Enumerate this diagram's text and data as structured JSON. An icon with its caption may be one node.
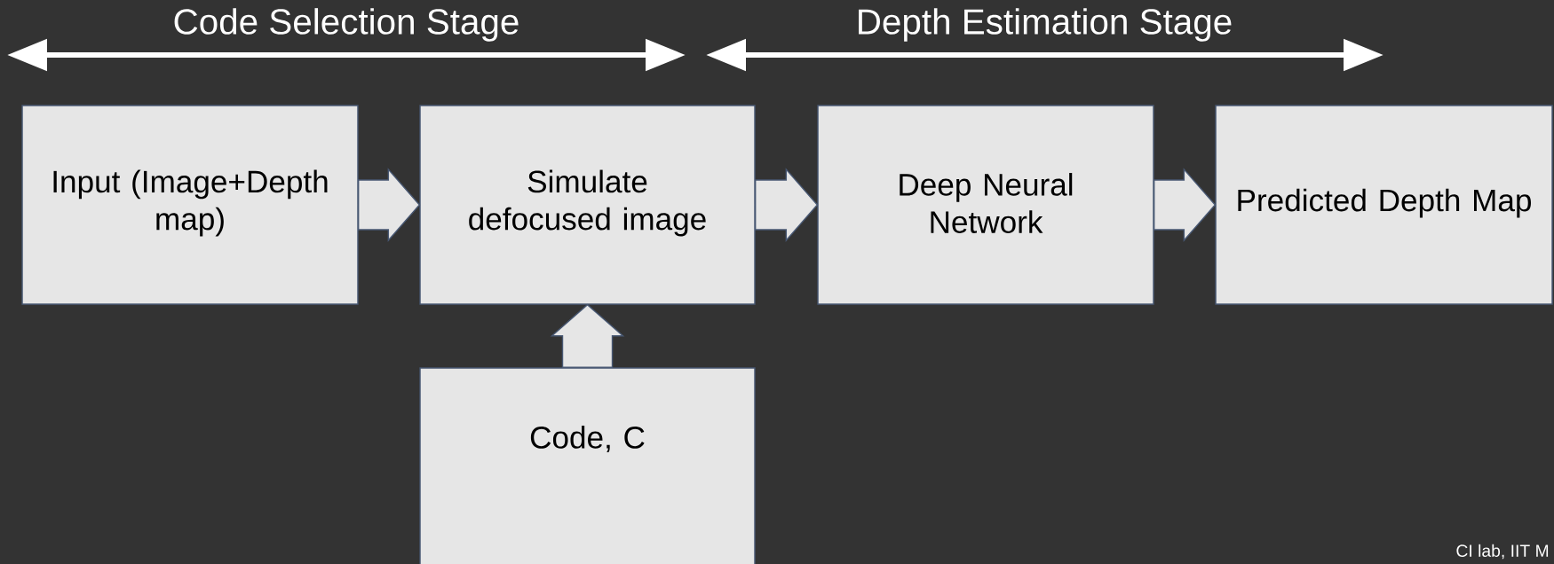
{
  "diagram": {
    "nodes": [
      {
        "text": [
          "Input (Image+Depth map)"
        ]
      },
      {
        "text": [
          "Simulate defocused image"
        ]
      },
      {
        "text": [
          "Deep Neural Network"
        ]
      },
      {
        "text": [
          "Predicted Depth Map"
        ]
      },
      {
        "text": [
          "Code, C"
        ]
      }
    ],
    "edges": [
      {
        "from": 0,
        "to": 1,
        "arrow": "to"
      },
      {
        "from": 1,
        "to": 2,
        "arrow": "to"
      },
      {
        "from": 2,
        "to": 3,
        "arrow": "to"
      },
      {
        "from": 4,
        "to": 1,
        "arrow": "to"
      }
    ],
    "labels": [
      "Code Selection Stage",
      "Depth Estimation Stage",
      "CI lab, IIT M"
    ]
  }
}
